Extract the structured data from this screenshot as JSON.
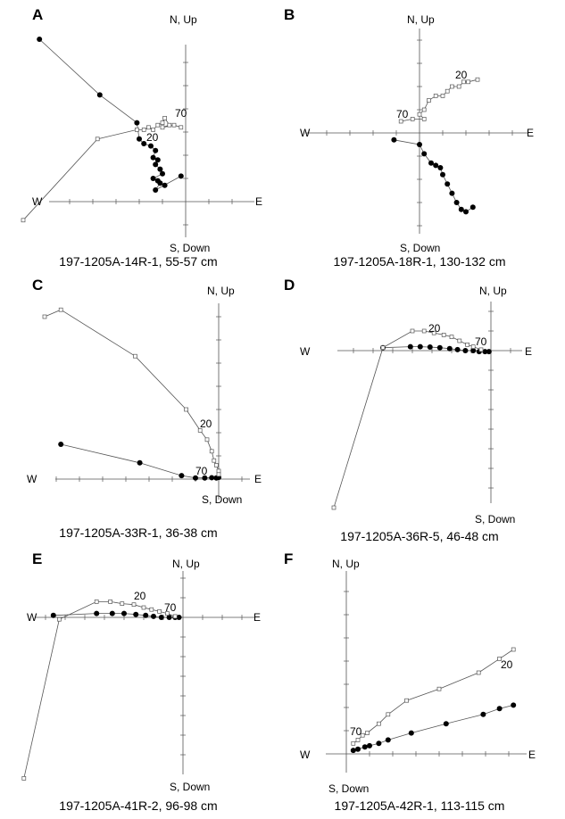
{
  "labels": {
    "north": "N, Up",
    "south": "S, Down",
    "west": "W",
    "east": "E"
  },
  "colors": {
    "ink": "#000000",
    "line": "#555555",
    "open": "#ffffff"
  },
  "chart_data": [
    {
      "type": "scatter",
      "panel": "A",
      "caption": "197-1205A-14R-1, 55-57 cm",
      "xlim": [
        -7.5,
        2.5
      ],
      "ylim": [
        -2,
        7.5
      ],
      "annotations": [
        {
          "text": "70"
        },
        {
          "text": "20"
        }
      ],
      "series": [
        {
          "kind": "horizontal",
          "marker": "filled-circle",
          "points": [
            [
              -6.3,
              7.0
            ],
            [
              -3.7,
              4.6
            ],
            [
              -2.1,
              3.4
            ],
            [
              -2.0,
              2.7
            ],
            [
              -1.8,
              2.5
            ],
            [
              -1.5,
              2.4
            ],
            [
              -1.3,
              2.2
            ],
            [
              -1.4,
              1.9
            ],
            [
              -1.2,
              1.8
            ],
            [
              -1.3,
              1.6
            ],
            [
              -1.1,
              1.4
            ],
            [
              -1.0,
              1.2
            ],
            [
              -1.4,
              1.0
            ],
            [
              -1.2,
              0.9
            ],
            [
              -0.9,
              0.7
            ],
            [
              -1.1,
              0.8
            ],
            [
              -1.3,
              0.5
            ],
            [
              -0.2,
              1.1
            ]
          ]
        },
        {
          "kind": "vertical",
          "marker": "open-square",
          "points": [
            [
              -7.0,
              -0.8
            ],
            [
              -3.8,
              2.7
            ],
            [
              -2.1,
              3.1
            ],
            [
              -1.8,
              3.1
            ],
            [
              -1.6,
              3.2
            ],
            [
              -1.4,
              3.1
            ],
            [
              -1.2,
              3.3
            ],
            [
              -1.0,
              3.4
            ],
            [
              -0.9,
              3.6
            ],
            [
              -0.7,
              3.3
            ],
            [
              -1.0,
              3.2
            ],
            [
              -0.5,
              3.3
            ],
            [
              -0.2,
              3.2
            ]
          ]
        }
      ]
    },
    {
      "type": "scatter",
      "panel": "B",
      "caption": "197-1205A-18R-1, 130-132 cm",
      "xlim": [
        -6,
        6
      ],
      "ylim": [
        -4,
        4
      ],
      "annotations": [
        {
          "text": "20"
        },
        {
          "text": "70"
        }
      ],
      "series": [
        {
          "kind": "horizontal",
          "marker": "filled-circle",
          "points": [
            [
              -1.1,
              -0.3
            ],
            [
              0.0,
              -0.5
            ],
            [
              0.2,
              -0.9
            ],
            [
              0.5,
              -1.3
            ],
            [
              0.7,
              -1.4
            ],
            [
              0.9,
              -1.5
            ],
            [
              1.0,
              -1.8
            ],
            [
              1.2,
              -2.2
            ],
            [
              1.4,
              -2.6
            ],
            [
              1.6,
              -3.0
            ],
            [
              1.8,
              -3.3
            ],
            [
              2.0,
              -3.4
            ],
            [
              2.3,
              -3.2
            ]
          ]
        },
        {
          "kind": "vertical",
          "marker": "open-square",
          "points": [
            [
              -0.8,
              0.5
            ],
            [
              -0.3,
              0.6
            ],
            [
              0.2,
              0.6
            ],
            [
              0.0,
              0.8
            ],
            [
              0.2,
              1.0
            ],
            [
              0.4,
              1.4
            ],
            [
              0.7,
              1.6
            ],
            [
              1.0,
              1.6
            ],
            [
              1.2,
              1.8
            ],
            [
              1.4,
              2.0
            ],
            [
              1.7,
              2.0
            ],
            [
              1.9,
              2.2
            ],
            [
              2.1,
              2.2
            ],
            [
              2.5,
              2.3
            ]
          ]
        }
      ]
    },
    {
      "type": "scatter",
      "panel": "C",
      "caption": "197-1205A-33R-1, 36-38 cm",
      "xlim": [
        -8,
        1
      ],
      "ylim": [
        -0.8,
        7.5
      ],
      "annotations": [
        {
          "text": "20"
        },
        {
          "text": "70"
        }
      ],
      "series": [
        {
          "kind": "horizontal",
          "marker": "filled-circle",
          "points": [
            [
              -6.8,
              1.5
            ],
            [
              -3.4,
              0.7
            ],
            [
              -1.6,
              0.15
            ],
            [
              -1.0,
              0.05
            ],
            [
              -0.6,
              0.05
            ],
            [
              -0.3,
              0.06
            ],
            [
              -0.1,
              0.05
            ],
            [
              0.0,
              0.07
            ]
          ]
        },
        {
          "kind": "vertical",
          "marker": "open-square",
          "points": [
            [
              -7.5,
              7.0
            ],
            [
              -6.8,
              7.3
            ],
            [
              -3.6,
              5.3
            ],
            [
              -1.4,
              3.0
            ],
            [
              -0.8,
              2.1
            ],
            [
              -0.5,
              1.7
            ],
            [
              -0.3,
              1.2
            ],
            [
              -0.2,
              0.8
            ],
            [
              -0.1,
              0.6
            ],
            [
              0.0,
              0.35
            ],
            [
              0.0,
              0.2
            ]
          ]
        }
      ]
    },
    {
      "type": "scatter",
      "panel": "D",
      "caption": "197-1205A-36R-5, 46-48 cm",
      "xlim": [
        -8,
        1
      ],
      "ylim": [
        -8,
        2.5
      ],
      "annotations": [
        {
          "text": "20"
        },
        {
          "text": "70"
        }
      ],
      "series": [
        {
          "kind": "horizontal",
          "marker": "filled-circle",
          "points": [
            [
              -5.5,
              0.15
            ],
            [
              -4.1,
              0.2
            ],
            [
              -3.6,
              0.2
            ],
            [
              -3.1,
              0.18
            ],
            [
              -2.6,
              0.15
            ],
            [
              -2.1,
              0.1
            ],
            [
              -1.7,
              0.05
            ],
            [
              -1.3,
              0.0
            ],
            [
              -0.9,
              0.0
            ],
            [
              -0.6,
              -0.05
            ],
            [
              -0.3,
              -0.05
            ],
            [
              -0.1,
              -0.05
            ]
          ]
        },
        {
          "kind": "vertical",
          "marker": "open-square",
          "points": [
            [
              -8.0,
              -8.0
            ],
            [
              -5.5,
              0.15
            ],
            [
              -4.0,
              1.0
            ],
            [
              -3.4,
              1.0
            ],
            [
              -2.9,
              0.9
            ],
            [
              -2.4,
              0.8
            ],
            [
              -2.0,
              0.7
            ],
            [
              -1.6,
              0.5
            ],
            [
              -1.2,
              0.3
            ],
            [
              -0.9,
              0.2
            ],
            [
              -0.5,
              0.05
            ]
          ]
        }
      ]
    },
    {
      "type": "scatter",
      "panel": "E",
      "caption": "197-1205A-41R-2, 96-98 cm",
      "xlim": [
        -8.5,
        1.5
      ],
      "ylim": [
        -8,
        2
      ],
      "annotations": [
        {
          "text": "20"
        },
        {
          "text": "70"
        }
      ],
      "series": [
        {
          "kind": "horizontal",
          "marker": "filled-circle",
          "points": [
            [
              -6.6,
              0.1
            ],
            [
              -4.4,
              0.2
            ],
            [
              -3.6,
              0.2
            ],
            [
              -3.0,
              0.2
            ],
            [
              -2.4,
              0.15
            ],
            [
              -1.9,
              0.1
            ],
            [
              -1.5,
              0.05
            ],
            [
              -1.1,
              0.0
            ],
            [
              -0.7,
              0.0
            ],
            [
              -0.4,
              0.0
            ],
            [
              -0.2,
              0.0
            ]
          ]
        },
        {
          "kind": "vertical",
          "marker": "open-square",
          "points": [
            [
              -8.1,
              -8.2
            ],
            [
              -6.3,
              -0.1
            ],
            [
              -4.4,
              0.8
            ],
            [
              -3.7,
              0.8
            ],
            [
              -3.1,
              0.7
            ],
            [
              -2.5,
              0.65
            ],
            [
              -2.0,
              0.5
            ],
            [
              -1.6,
              0.4
            ],
            [
              -1.2,
              0.3
            ],
            [
              -0.8,
              0.2
            ],
            [
              -0.4,
              0.05
            ]
          ]
        }
      ]
    },
    {
      "type": "scatter",
      "panel": "F",
      "caption": "197-1205A-42R-1, 113-115 cm",
      "xlim": [
        -0.5,
        8
      ],
      "ylim": [
        -0.5,
        5
      ],
      "annotations": [
        {
          "text": "20"
        },
        {
          "text": "70"
        }
      ],
      "series": [
        {
          "kind": "horizontal",
          "marker": "filled-circle",
          "points": [
            [
              0.3,
              0.15
            ],
            [
              0.5,
              0.2
            ],
            [
              0.8,
              0.3
            ],
            [
              1.0,
              0.35
            ],
            [
              1.4,
              0.45
            ],
            [
              1.8,
              0.6
            ],
            [
              2.8,
              0.9
            ],
            [
              4.3,
              1.3
            ],
            [
              5.9,
              1.7
            ],
            [
              6.6,
              1.95
            ],
            [
              7.2,
              2.1
            ]
          ]
        },
        {
          "kind": "vertical",
          "marker": "open-square",
          "points": [
            [
              0.3,
              0.45
            ],
            [
              0.5,
              0.6
            ],
            [
              0.7,
              0.8
            ],
            [
              0.9,
              0.9
            ],
            [
              1.4,
              1.3
            ],
            [
              1.8,
              1.7
            ],
            [
              2.6,
              2.3
            ],
            [
              4.0,
              2.8
            ],
            [
              5.7,
              3.5
            ],
            [
              6.6,
              4.1
            ],
            [
              7.2,
              4.5
            ]
          ]
        }
      ]
    }
  ]
}
